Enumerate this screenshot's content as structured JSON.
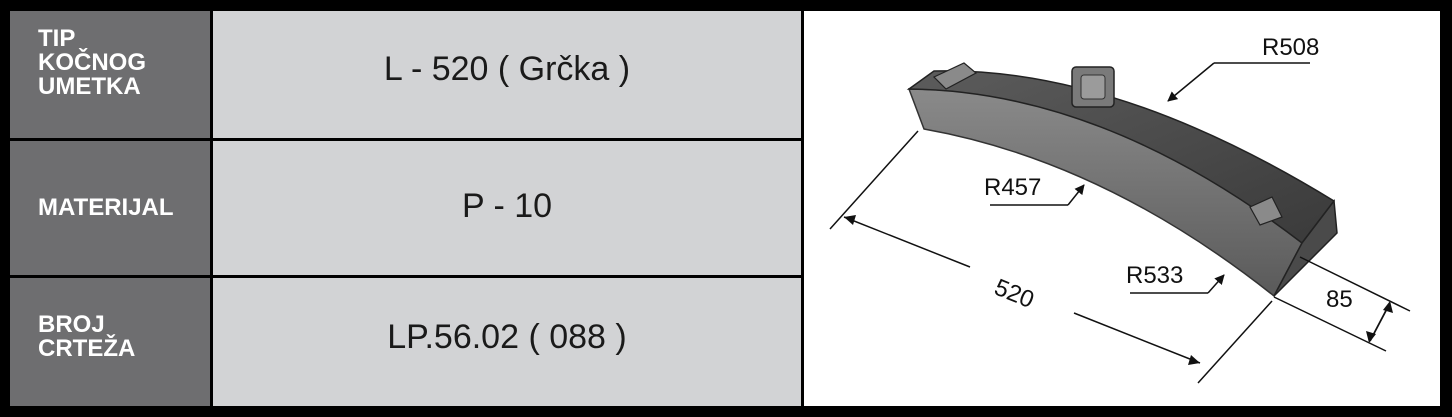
{
  "table": {
    "rows": [
      {
        "label_lines": [
          "TIP",
          "KOČNOG",
          "UMETKA"
        ],
        "value": "L - 520 ( Grčka )"
      },
      {
        "label_lines": [
          "MATERIJAL"
        ],
        "value": "P - 10"
      },
      {
        "label_lines": [
          "BROJ",
          "CRTEŽA"
        ],
        "value": "LP.56.02 ( 088 )"
      }
    ]
  },
  "drawing": {
    "dimensions": {
      "r508": "R508",
      "r457": "R457",
      "r533": "R533",
      "length": "520",
      "width": "85"
    }
  },
  "colors": {
    "label_bg": "#6e6e70",
    "value_bg": "#d2d3d5",
    "border": "#000000"
  }
}
